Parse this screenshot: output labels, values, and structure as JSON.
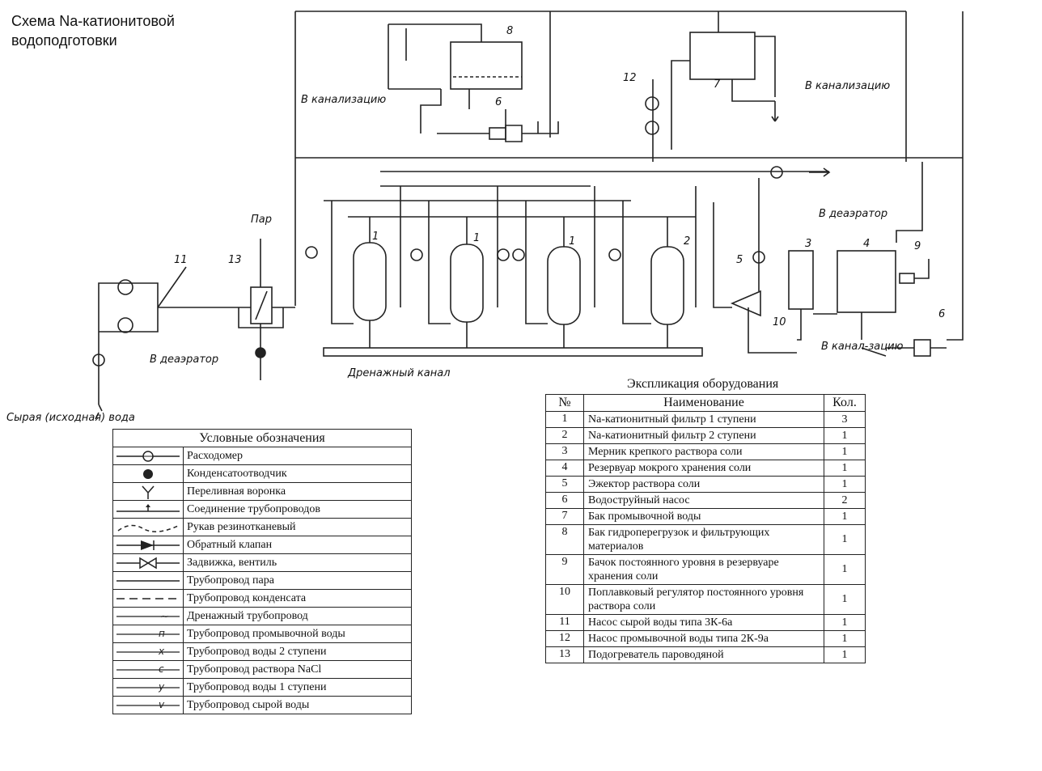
{
  "title_lines": [
    "Схема Na-катионитовой",
    "водоподготовки"
  ],
  "diagram_labels": {
    "to_sewer_1": "В канализацию",
    "to_sewer_2": "В канализацию",
    "to_sewer_3": "В канал-зацию",
    "to_deaerator_1": "В деаэратор",
    "to_deaerator_2": "В деаэратор",
    "steam": "Пар",
    "raw_water": "Сырая (исходная) вода",
    "drain_channel": "Дренажный канал",
    "eq_1": "1",
    "eq_2": "2",
    "eq_3": "3",
    "eq_4": "4",
    "eq_5": "5",
    "eq_6": "6",
    "eq_7": "7",
    "eq_8": "8",
    "eq_9": "9",
    "eq_10": "10",
    "eq_11": "11",
    "eq_12": "12",
    "eq_13": "13"
  },
  "legend": {
    "title": "Условные обозначения",
    "items": [
      {
        "symbol": "flowmeter-icon",
        "label": "Расходомер"
      },
      {
        "symbol": "steam-trap-icon",
        "label": "Конденсатоотводчик"
      },
      {
        "symbol": "overflow-funnel-icon",
        "label": "Переливная воронка"
      },
      {
        "symbol": "pipe-joint-icon",
        "label": "Соединение трубопроводов"
      },
      {
        "symbol": "rubber-hose-icon",
        "label": "Рукав резинотканевый"
      },
      {
        "symbol": "check-valve-icon",
        "label": "Обратный клапан"
      },
      {
        "symbol": "gate-valve-icon",
        "label": "Задвижка, вентиль"
      },
      {
        "symbol": "steam-pipe-icon",
        "label": "Трубопровод пара"
      },
      {
        "symbol": "condensate-pipe-icon",
        "label": "Трубопровод конденсата"
      },
      {
        "symbol": "drain-pipe-icon",
        "label": "Дренажный трубопровод"
      },
      {
        "symbol": "wash-water-pipe-icon",
        "label": "Трубопровод промывочной воды"
      },
      {
        "symbol": "stage2-water-pipe-icon",
        "label": "Трубопровод воды 2 ступени"
      },
      {
        "symbol": "nacl-pipe-icon",
        "label": "Трубопровод раствора NaCl"
      },
      {
        "symbol": "stage1-water-pipe-icon",
        "label": "Трубопровод воды 1 ступени"
      },
      {
        "symbol": "raw-water-pipe-icon",
        "label": "Трубопровод сырой воды"
      }
    ],
    "line_letters": {
      "wash": "п",
      "stage2": "х",
      "nacl": "с",
      "stage1": "у",
      "raw": "v",
      "drain": "~"
    }
  },
  "explication": {
    "title": "Экспликация оборудования",
    "headers": {
      "num": "№",
      "name": "Наименование",
      "qty": "Кол."
    },
    "rows": [
      {
        "num": "1",
        "name": "Na-катионитный фильтр 1 ступени",
        "qty": "3"
      },
      {
        "num": "2",
        "name": "Na-катионитный фильтр 2 ступени",
        "qty": "1"
      },
      {
        "num": "3",
        "name": "Мерник крепкого раствора соли",
        "qty": "1"
      },
      {
        "num": "4",
        "name": "Резервуар мокрого хранения соли",
        "qty": "1"
      },
      {
        "num": "5",
        "name": "Эжектор раствора соли",
        "qty": "1"
      },
      {
        "num": "6",
        "name": "Водоструйный насос",
        "qty": "2"
      },
      {
        "num": "7",
        "name": "Бак промывочной воды",
        "qty": "1"
      },
      {
        "num": "8",
        "name": "Бак гидроперегрузок и фильтрующих материалов",
        "qty": "1"
      },
      {
        "num": "9",
        "name": "Бачок постоянного уровня в резервуаре хранения соли",
        "qty": "1"
      },
      {
        "num": "10",
        "name": "Поплавковый регулятор постоянного уровня раствора соли",
        "qty": "1"
      },
      {
        "num": "11",
        "name": "Насос сырой воды типа 3К-6а",
        "qty": "1"
      },
      {
        "num": "12",
        "name": "Насос промывочной воды типа 2К-9а",
        "qty": "1"
      },
      {
        "num": "13",
        "name": "Подогреватель пароводяной",
        "qty": "1"
      }
    ]
  }
}
